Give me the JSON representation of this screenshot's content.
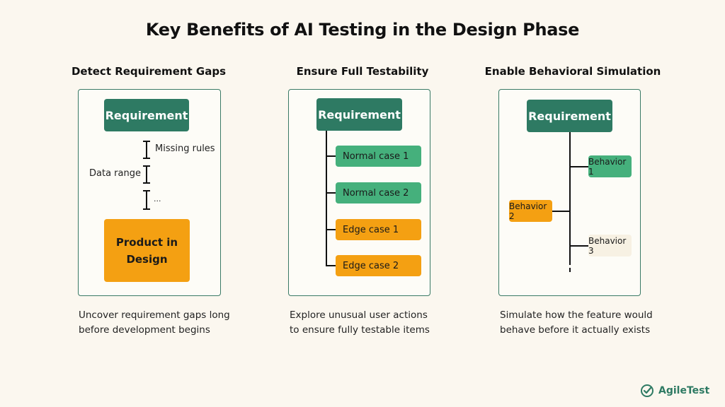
{
  "title": "Key Benefits of AI Testing in the Design Phase",
  "columns": [
    {
      "heading": "Detect Requirement Gaps",
      "requirement": "Requirement",
      "labels": [
        "Missing rules",
        "Data range",
        "..."
      ],
      "product": "Product in Design",
      "description_lines": [
        "Uncover requirement gaps long",
        "before development begins"
      ]
    },
    {
      "heading": "Ensure Full Testability",
      "requirement": "Requirement",
      "cases": [
        "Normal case 1",
        "Normal case 2",
        "Edge case 1",
        "Edge case 2"
      ],
      "description_lines": [
        "Explore unusual user actions",
        "to ensure fully testable items"
      ]
    },
    {
      "heading": "Enable Behavioral Simulation",
      "requirement": "Requirement",
      "behaviors": [
        "Behavior 1",
        "Behavior 2",
        "Behavior 3"
      ],
      "description_lines": [
        "Simulate how the feature would",
        "behave before it actually exists"
      ]
    }
  ],
  "brand": {
    "name": "AgileTest",
    "accent": "#2e7a63"
  },
  "colors": {
    "green_dark": "#2e7a63",
    "green": "#45b07c",
    "orange": "#f4a012"
  }
}
